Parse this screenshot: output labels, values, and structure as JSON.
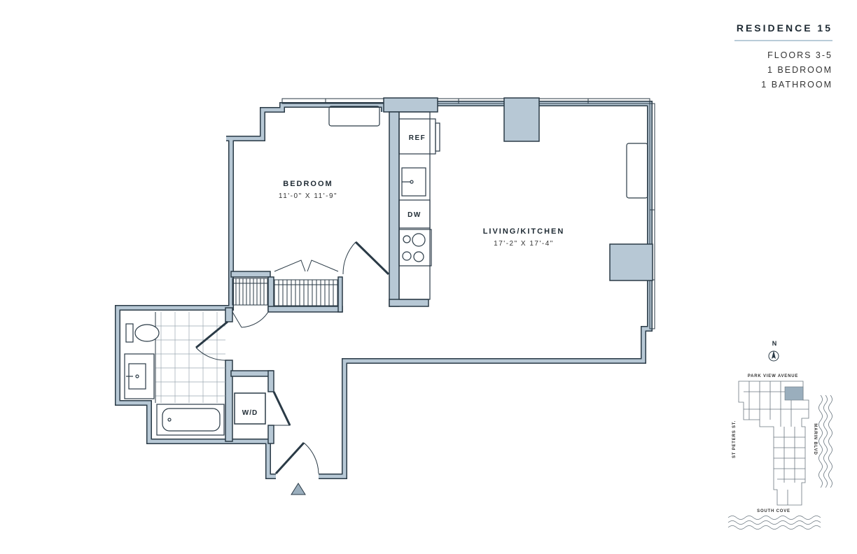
{
  "header": {
    "title": "RESIDENCE 15",
    "floors": "FLOORS 3-5",
    "bedrooms": "1 BEDROOM",
    "bathrooms": "1 BATHROOM"
  },
  "rooms": {
    "bedroom": {
      "name": "BEDROOM",
      "dims": "11'-0\" X 11'-9\""
    },
    "living": {
      "name": "LIVING/KITCHEN",
      "dims": "17'-2\" X 17'-4\""
    }
  },
  "fixtures": {
    "ref": "REF",
    "dw": "DW",
    "wd": "W/D"
  },
  "keyplan": {
    "north": "N",
    "street_top": "PARK VIEW AVENUE",
    "street_left": "ST PETERS ST.",
    "street_right": "MARIN BLVD",
    "street_bottom": "SOUTH COVE"
  },
  "colors": {
    "wall_fill": "#b7c8d5",
    "wall_stroke": "#2a3a46",
    "accent_rule": "#b9ccd8"
  }
}
